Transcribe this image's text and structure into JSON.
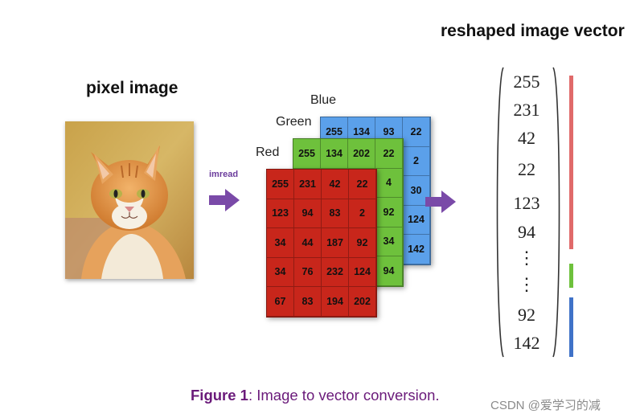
{
  "titles": {
    "pixel_image": "pixel image",
    "reshaped": "reshaped image vector"
  },
  "arrow_label": "imread",
  "channels": {
    "blue": {
      "label": "Blue",
      "rows": [
        [
          "255",
          "134",
          "93",
          "22"
        ],
        [
          "",
          "",
          "",
          "2"
        ],
        [
          "",
          "",
          "",
          "30"
        ],
        [
          "",
          "",
          "",
          "124"
        ],
        [
          "",
          "",
          "",
          "142"
        ]
      ]
    },
    "green": {
      "label": "Green",
      "rows": [
        [
          "255",
          "134",
          "202",
          "22"
        ],
        [
          "",
          "",
          "",
          "4"
        ],
        [
          "",
          "",
          "",
          "92"
        ],
        [
          "",
          "",
          "",
          "34"
        ],
        [
          "",
          "",
          "",
          "94"
        ]
      ]
    },
    "red": {
      "label": "Red",
      "rows": [
        [
          "255",
          "231",
          "42",
          "22"
        ],
        [
          "123",
          "94",
          "83",
          "2"
        ],
        [
          "34",
          "44",
          "187",
          "92"
        ],
        [
          "34",
          "76",
          "232",
          "124"
        ],
        [
          "67",
          "83",
          "194",
          "202"
        ]
      ]
    }
  },
  "vector": [
    "255",
    "231",
    "42",
    "22",
    "123",
    "94",
    "⋮",
    "⋮",
    "92",
    "142"
  ],
  "caption": {
    "bold": "Figure 1",
    "rest": ": Image to vector conversion."
  },
  "watermark": "CSDN @爱学习的减",
  "colors": {
    "red": "#c8261b",
    "green": "#6ec13c",
    "blue": "#5ba0ea",
    "arrow": "#7a4aa8"
  }
}
